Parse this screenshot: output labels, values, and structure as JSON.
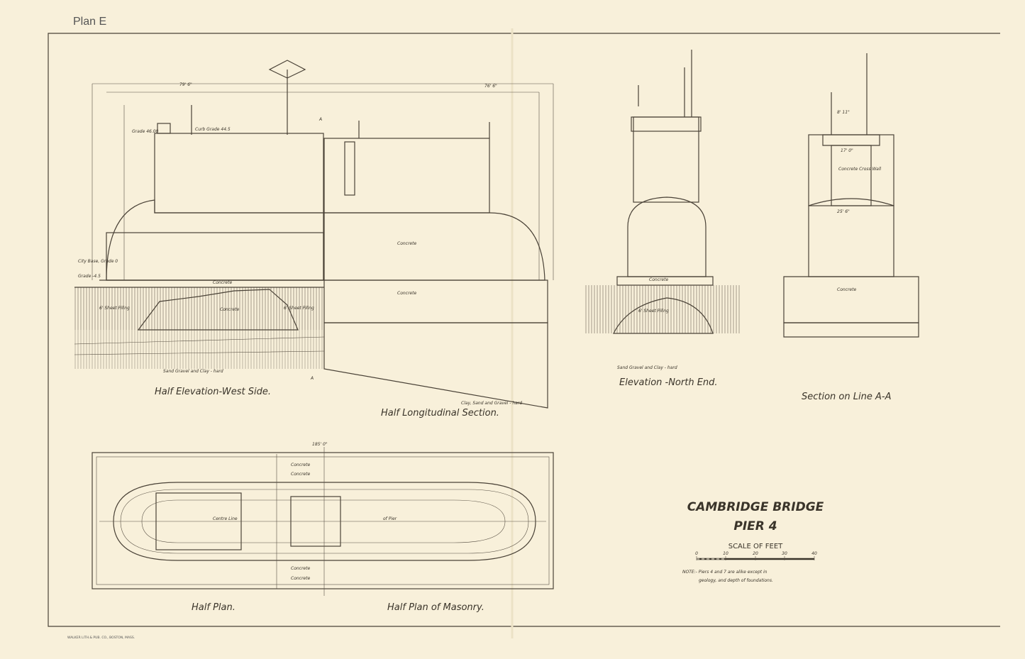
{
  "sheet_label": "Plan E",
  "title": {
    "line1": "CAMBRIDGE BRIDGE",
    "line2": "PIER 4"
  },
  "scale": {
    "label": "SCALE OF FEET",
    "ticks": [
      "0",
      "10",
      "20",
      "30",
      "40"
    ]
  },
  "note": {
    "line1": "NOTE:- Piers 4 and 7 are alike except in",
    "line2": "geology, and depth of foundations."
  },
  "printer": "WALKER LITH.& PUB. CO., BOSTON, MASS.",
  "views": {
    "half_elevation": "Half Elevation-West Side.",
    "half_section": "Half Longitudinal Section.",
    "north_end": "Elevation -North End.",
    "section_aa": "Section on Line A-A",
    "half_plan": "Half Plan.",
    "half_plan_masonry": "Half Plan of Masonry."
  },
  "labels": {
    "concrete": "Concrete",
    "sheet_piling": "6' Sheet Piling",
    "cross_wall": "Concrete Cross Wall",
    "section_mark": "A",
    "centre_line": "Centre Line",
    "of_pier": "of Pier",
    "grade_top": "Grade 46.00",
    "curb_grade": "Curb Grade 44.5",
    "city_base": "City Base, Grade 0",
    "grade_neg": "Grade -4.5",
    "sand": "Sand Gravel and Clay - hard",
    "clay": "Clay, Sand and Gravel - hard",
    "dims": {
      "d1": "185' 0\"",
      "d2": "79' 6\"",
      "d3": "76' 6\"",
      "d4": "17' 0\"",
      "d5": "8' 11\"",
      "d6": "25' 6\""
    }
  }
}
